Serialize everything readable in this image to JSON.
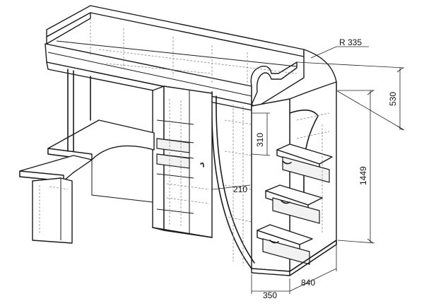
{
  "dimensions": {
    "radius": "R 335",
    "stair_height": "530",
    "total_height": "1449",
    "step_height": "310",
    "step_depth": "210",
    "stair_width": "350",
    "depth": "840"
  }
}
